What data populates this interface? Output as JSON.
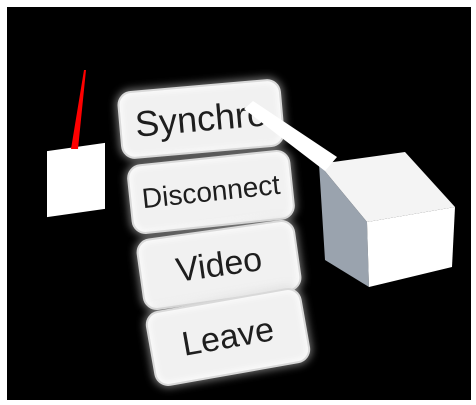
{
  "menu": {
    "synchro_label": "Synchro",
    "disconnect_label": "Disconnect",
    "video_label": "Video",
    "leave_label": "Leave"
  },
  "colors": {
    "background": "#000000",
    "frame": "#ffffff",
    "laser": "#ff0000",
    "button_fill": "#f1f1f1",
    "button_text": "#1e1e1e"
  }
}
